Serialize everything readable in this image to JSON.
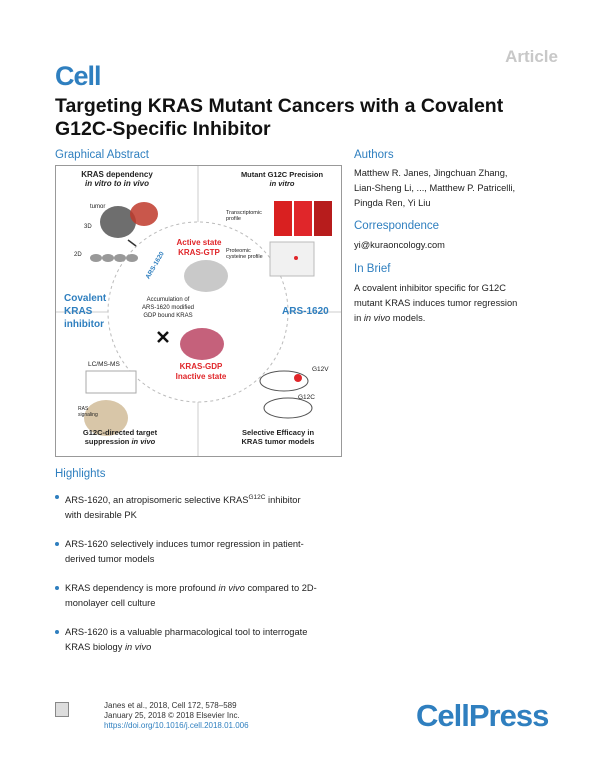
{
  "header": {
    "journal_logo": "Cell",
    "article_type": "Article",
    "title": "Targeting KRAS Mutant Cancers with a Covalent G12C-Specific Inhibitor"
  },
  "graphical_abstract": {
    "heading": "Graphical Abstract",
    "panel_top_left_title": "KRAS dependency",
    "panel_top_left_sub": "in vitro to in vivo",
    "tumor_label": "tumor",
    "label_3d": "3D",
    "label_2d": "2D",
    "panel_top_right_title": "Mutant G12C Precision",
    "panel_top_right_sub": "in vitro",
    "transcriptomic_label": "Transcriptomic profile",
    "proteomic_label": "Proteomic cysteine profile",
    "ars_arrow_1": "ARS-1620",
    "active_state_1": "Active state",
    "active_state_2": "KRAS-GTP",
    "center_text_1": "Accumulation of",
    "center_text_2": "ARS-1620 modified",
    "center_text_3": "GDP bound KRAS",
    "left_label_1": "Covalent",
    "left_label_2": "KRAS",
    "left_label_3": "inhibitor",
    "right_label": "ARS-1620",
    "inactive_1": "KRAS-GDP",
    "inactive_2": "Inactive state",
    "lcms_label": "LC/MS-MS",
    "ras_signaling": "RAS signaling",
    "panel_bottom_left_1": "G12C-directed target",
    "panel_bottom_left_2": "suppression",
    "panel_bottom_left_3": "in vivo",
    "g12v_label": "G12V",
    "g12c_label": "G12C",
    "panel_bottom_right_1": "Selective Efficacy in",
    "panel_bottom_right_2": "KRAS",
    "panel_bottom_right_3": "tumor models"
  },
  "authors": {
    "heading": "Authors",
    "line1": "Matthew R. Janes, Jingchuan Zhang,",
    "line2": "Lian-Sheng Li, ..., Matthew P. Patricelli,",
    "line3": "Pingda Ren, Yi Liu"
  },
  "correspondence": {
    "heading": "Correspondence",
    "email": "yi@kuraoncology.com"
  },
  "in_brief": {
    "heading": "In Brief",
    "line1": "A covalent inhibitor specific for G12C",
    "line2": "mutant KRAS induces tumor regression",
    "line3_a": "in ",
    "line3_italic": "in vivo",
    "line3_b": " models."
  },
  "highlights": {
    "heading": "Highlights",
    "item1_a": "ARS-1620, an atropisomeric selective KRAS",
    "item1_sup": "G12C",
    "item1_b": " inhibitor",
    "item1_c": "with desirable PK",
    "item2_a": "ARS-1620 selectively induces tumor regression in patient-",
    "item2_b": "derived tumor models",
    "item3_a": "KRAS dependency is more profound ",
    "item3_italic": "in vivo",
    "item3_b": " compared to 2D-",
    "item3_c": "monolayer cell culture",
    "item4_a": "ARS-1620 is a valuable pharmacological tool to interrogate",
    "item4_b": "KRAS biology ",
    "item4_italic": "in vivo"
  },
  "footer": {
    "citation": "Janes et al., 2018, Cell 172, 578–589",
    "date": "January 25, 2018 © 2018 Elsevier Inc.",
    "doi": "https://doi.org/10.1016/j.cell.2018.01.006",
    "publisher_logo_1": "Cell",
    "publisher_logo_2": "Press"
  },
  "colors": {
    "brand_blue": "#2f7fbf",
    "accent_red": "#e0262a"
  }
}
